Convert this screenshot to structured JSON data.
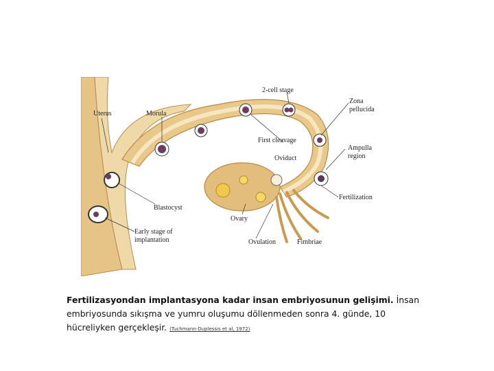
{
  "diagram": {
    "labels": {
      "two_cell": "2-cell stage",
      "uterus": "Uterus",
      "morula": "Morula",
      "zona_1": "Zona",
      "zona_2": "pellucida",
      "first_cleavage": "First cleavage",
      "oviduct": "Oviduct",
      "ampulla_1": "Ampulla",
      "ampulla_2": "region",
      "blastocyst": "Blastocyst",
      "fertilization": "Fertilization",
      "early_1": "Early stage of",
      "early_2": "implantation",
      "ovary": "Ovary",
      "ovulation": "Ovulation",
      "fimbriae": "Fimbriae"
    }
  },
  "caption": {
    "bold_text": "Fertilizasyondan implantasyona kadar insan embriyosunun gelişimi.",
    "text": " İnsan embriyosunda sıkışma ve yumru oluşumu döllenmeden sonra 4. günde, 10 hücreliyken gerçekleşir.",
    "citation": "(Tuchmann-Duplessis et al, 1972)"
  },
  "colors": {
    "tissue": "#e8c98a",
    "tissue_dark": "#c89a50",
    "wall": "#d9b574",
    "cell": "#6a3d5e"
  }
}
